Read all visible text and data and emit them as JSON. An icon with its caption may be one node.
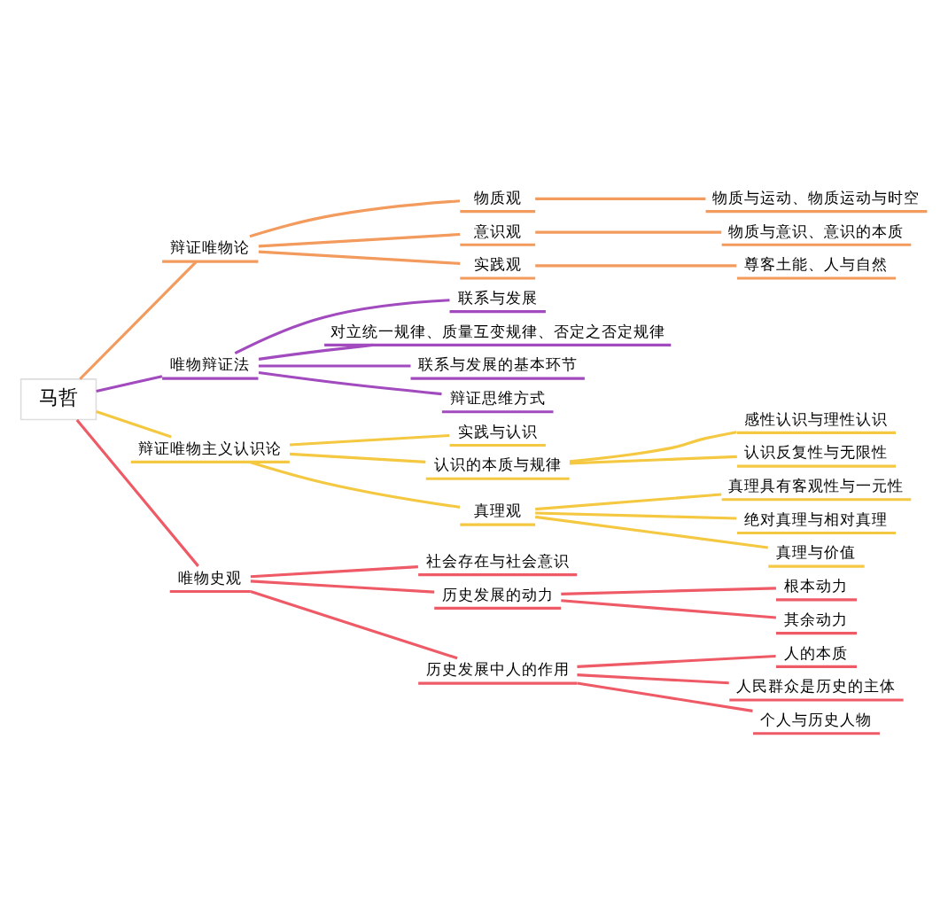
{
  "diagram": {
    "nodes": [
      {
        "text": [
          "马哲"
        ]
      },
      {
        "text": [
          "辩证唯物论"
        ]
      },
      {
        "text": [
          "物质观"
        ]
      },
      {
        "text": [
          "物质与运动、物质运动与时空"
        ]
      },
      {
        "text": [
          "意识观"
        ]
      },
      {
        "text": [
          "物质与意识、意识的本质"
        ]
      },
      {
        "text": [
          "实践观"
        ]
      },
      {
        "text": [
          "尊客土能、人与自然"
        ]
      },
      {
        "text": [
          "唯物辩证法"
        ]
      },
      {
        "text": [
          "联系与发展"
        ]
      },
      {
        "text": [
          "对立统一规律、质量互变规律、否定之否定规律"
        ]
      },
      {
        "text": [
          "联系与发展的基本环节"
        ]
      },
      {
        "text": [
          "辩证思维方式"
        ]
      },
      {
        "text": [
          "辩证唯物主义认识论"
        ]
      },
      {
        "text": [
          "实践与认识"
        ]
      },
      {
        "text": [
          "认识的本质与规律"
        ]
      },
      {
        "text": [
          "感性认识与理性认识"
        ]
      },
      {
        "text": [
          "认识反复性与无限性"
        ]
      },
      {
        "text": [
          "真理观"
        ]
      },
      {
        "text": [
          "真理具有客观性与一元性"
        ]
      },
      {
        "text": [
          "绝对真理与相对真理"
        ]
      },
      {
        "text": [
          "真理与价值"
        ]
      },
      {
        "text": [
          "唯物史观"
        ]
      },
      {
        "text": [
          "社会存在与社会意识"
        ]
      },
      {
        "text": [
          "历史发展的动力"
        ]
      },
      {
        "text": [
          "根本动力"
        ]
      },
      {
        "text": [
          "其余动力"
        ]
      },
      {
        "text": [
          "历史发展中人的作用"
        ]
      },
      {
        "text": [
          "人的本质"
        ]
      },
      {
        "text": [
          "人民群众是历史的主体"
        ]
      },
      {
        "text": [
          "个人与历史人物"
        ]
      }
    ],
    "edges": [
      {
        "from": 0,
        "to": 1,
        "arrow": "none",
        "color": "#f39a5d"
      },
      {
        "from": 1,
        "to": 2,
        "arrow": "none",
        "color": "#f39a5d"
      },
      {
        "from": 2,
        "to": 3,
        "arrow": "none",
        "color": "#f39a5d"
      },
      {
        "from": 1,
        "to": 4,
        "arrow": "none",
        "color": "#f39a5d"
      },
      {
        "from": 4,
        "to": 5,
        "arrow": "none",
        "color": "#f39a5d"
      },
      {
        "from": 1,
        "to": 6,
        "arrow": "none",
        "color": "#f39a5d"
      },
      {
        "from": 6,
        "to": 7,
        "arrow": "none",
        "color": "#f39a5d"
      },
      {
        "from": 0,
        "to": 8,
        "arrow": "none",
        "color": "#a24bbf"
      },
      {
        "from": 8,
        "to": 9,
        "arrow": "none",
        "color": "#a24bbf"
      },
      {
        "from": 8,
        "to": 10,
        "arrow": "none",
        "color": "#a24bbf"
      },
      {
        "from": 8,
        "to": 11,
        "arrow": "none",
        "color": "#a24bbf"
      },
      {
        "from": 8,
        "to": 12,
        "arrow": "none",
        "color": "#a24bbf"
      },
      {
        "from": 0,
        "to": 13,
        "arrow": "none",
        "color": "#f5c842"
      },
      {
        "from": 13,
        "to": 14,
        "arrow": "none",
        "color": "#f5c842"
      },
      {
        "from": 13,
        "to": 15,
        "arrow": "none",
        "color": "#f5c842"
      },
      {
        "from": 15,
        "to": 16,
        "arrow": "none",
        "color": "#f5c842"
      },
      {
        "from": 15,
        "to": 17,
        "arrow": "none",
        "color": "#f5c842"
      },
      {
        "from": 13,
        "to": 18,
        "arrow": "none",
        "color": "#f5c842"
      },
      {
        "from": 18,
        "to": 19,
        "arrow": "none",
        "color": "#f5c842"
      },
      {
        "from": 18,
        "to": 20,
        "arrow": "none",
        "color": "#f5c842"
      },
      {
        "from": 18,
        "to": 21,
        "arrow": "none",
        "color": "#f5c842"
      },
      {
        "from": 0,
        "to": 22,
        "arrow": "none",
        "color": "#ee5a66"
      },
      {
        "from": 22,
        "to": 23,
        "arrow": "none",
        "color": "#ee5a66"
      },
      {
        "from": 22,
        "to": 24,
        "arrow": "none",
        "color": "#ee5a66"
      },
      {
        "from": 24,
        "to": 25,
        "arrow": "none",
        "color": "#ee5a66"
      },
      {
        "from": 24,
        "to": 26,
        "arrow": "none",
        "color": "#ee5a66"
      },
      {
        "from": 22,
        "to": 27,
        "arrow": "none",
        "color": "#ee5a66"
      },
      {
        "from": 27,
        "to": 28,
        "arrow": "none",
        "color": "#ee5a66"
      },
      {
        "from": 27,
        "to": 29,
        "arrow": "none",
        "color": "#ee5a66"
      },
      {
        "from": 27,
        "to": 30,
        "arrow": "none",
        "color": "#ee5a66"
      }
    ]
  }
}
